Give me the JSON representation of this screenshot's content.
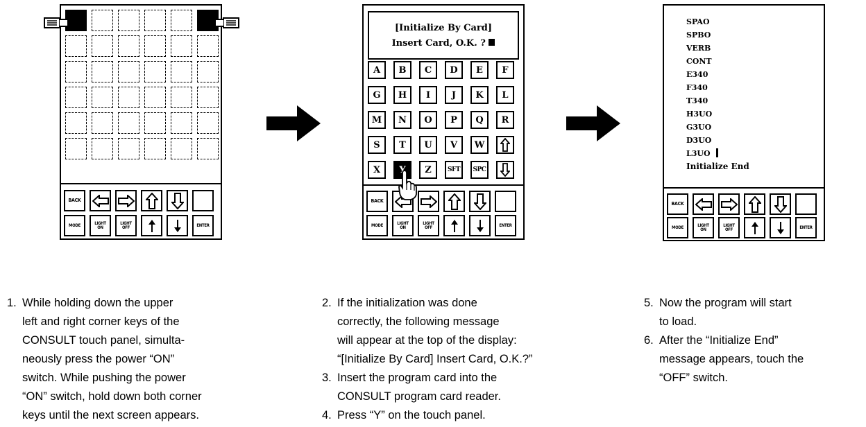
{
  "panel1": {
    "grid_rows": 6,
    "grid_cols": 6,
    "filled_cells": [
      "top-left",
      "top-right"
    ],
    "function_keys": {
      "row1": [
        "BACK",
        "left-arrow",
        "right-arrow",
        "up-arrow",
        "down-arrow",
        ""
      ],
      "row2": [
        "MODE",
        "LIGHT ON",
        "LIGHT OFF",
        "up-small-arrow",
        "down-small-arrow",
        "ENTER"
      ]
    }
  },
  "panel2": {
    "message_line1": "[Initialize By Card]",
    "message_line2": "Insert Card, O.K. ?",
    "keys": [
      [
        "A",
        "B",
        "C",
        "D",
        "E",
        "F"
      ],
      [
        "G",
        "H",
        "I",
        "J",
        "K",
        "L"
      ],
      [
        "M",
        "N",
        "O",
        "P",
        "Q",
        "R"
      ],
      [
        "S",
        "T",
        "U",
        "V",
        "W",
        "up-arrow"
      ],
      [
        "X",
        "Y",
        "Z",
        "SFT",
        "SPC",
        "down-arrow"
      ]
    ],
    "selected_key": "Y",
    "function_keys": {
      "row1": [
        "BACK",
        "left-arrow",
        "right-arrow",
        "up-arrow",
        "down-arrow",
        ""
      ],
      "row2": [
        "MODE",
        "LIGHT ON",
        "LIGHT OFF",
        "up-small-arrow",
        "down-small-arrow",
        "ENTER"
      ]
    }
  },
  "panel3": {
    "programs": [
      "SPAO",
      "SPBO",
      "VERB",
      "CONT",
      "E340",
      "F340",
      "T340",
      "H3UO",
      "G3UO",
      "D3UO",
      "L3UO"
    ],
    "end_message": "Initialize End",
    "function_keys": {
      "row1": [
        "BACK",
        "left-arrow",
        "right-arrow",
        "up-arrow",
        "down-arrow",
        ""
      ],
      "row2": [
        "MODE",
        "LIGHT ON",
        "LIGHT OFF",
        "up-small-arrow",
        "down-small-arrow",
        "ENTER"
      ]
    }
  },
  "labels": {
    "back": "BACK",
    "mode": "MODE",
    "light_on_1": "LIGHT",
    "light_on_2": "ON",
    "light_off_1": "LIGHT",
    "light_off_2": "OFF",
    "enter": "ENTER"
  },
  "instructions": {
    "col1": [
      {
        "num": "1.",
        "lines": [
          "While holding down the upper",
          "left and right corner keys of the",
          "CONSULT touch panel, simulta-",
          "neously press the power “ON”",
          "switch. While pushing the power",
          "“ON” switch, hold down both corner",
          "keys until the next screen appears."
        ]
      }
    ],
    "col2": [
      {
        "num": "2.",
        "lines": [
          "If the initialization was done",
          "correctly, the following message",
          "will appear at the top of the display:",
          "“[Initialize By Card] Insert Card, O.K.?”"
        ]
      },
      {
        "num": "3.",
        "lines": [
          "Insert the program card into the",
          "CONSULT program card reader."
        ]
      },
      {
        "num": "4.",
        "lines": [
          "Press “Y” on the touch panel."
        ]
      }
    ],
    "col3": [
      {
        "num": "5.",
        "lines": [
          "Now the program will start",
          "to load."
        ]
      },
      {
        "num": "6.",
        "lines": [
          "After the “Initialize End”",
          "message appears, touch the",
          "“OFF” switch."
        ]
      }
    ]
  }
}
